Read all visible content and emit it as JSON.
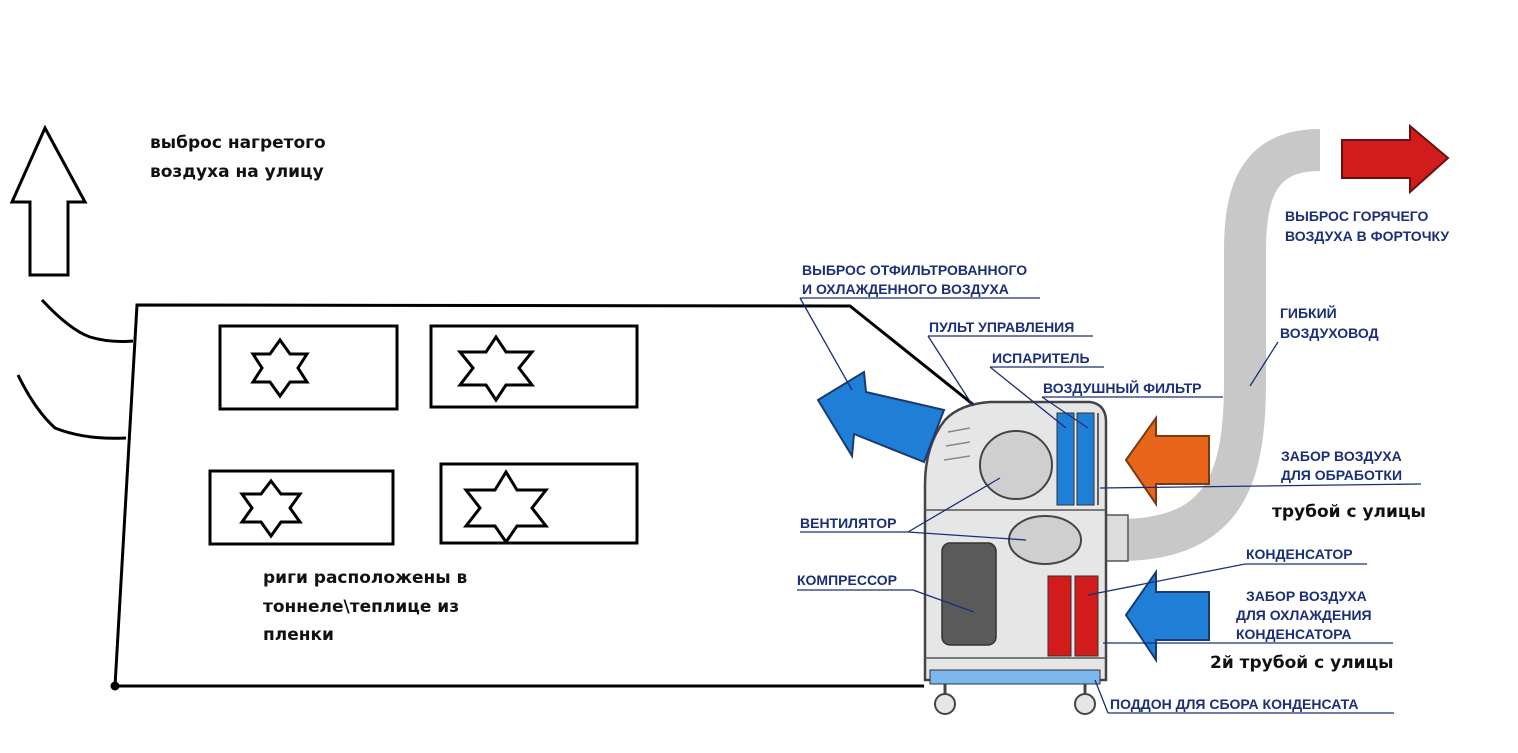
{
  "annotations": {
    "hot_air_exhaust": [
      "выброс нагретого",
      "воздуха на улицу"
    ],
    "rigs_location": [
      "риги расположены в",
      "тоннеле\\теплице из",
      "пленки"
    ],
    "pipe_from_street": "трубой с улицы",
    "second_pipe_from_street": "2й трубой с улицы"
  },
  "labels": {
    "filtered_air_out": [
      "ВЫБРОС ОТФИЛЬТРОВАННОГО",
      "И ОХЛАЖДЕННОГО ВОЗДУХА"
    ],
    "control_panel": "ПУЛЬТ УПРАВЛЕНИЯ",
    "evaporator": "ИСПАРИТЕЛЬ",
    "air_filter": "ВОЗДУШНЫЙ ФИЛЬТР",
    "hot_air_out": [
      "ВЫБРОС ГОРЯЧЕГО",
      "ВОЗДУХА В ФОРТОЧКУ"
    ],
    "flexible_duct": [
      "ГИБКИЙ",
      "ВОЗДУХОВОД"
    ],
    "air_intake": [
      "ЗАБОР ВОЗДУХА",
      "ДЛЯ ОБРАБОТКИ"
    ],
    "fan": "ВЕНТИЛЯТОР",
    "condenser": "КОНДЕНСАТОР",
    "compressor": "КОМПРЕССОР",
    "condenser_intake": [
      "ЗАБОР ВОЗДУХА",
      "ДЛЯ ОХЛАЖДЕНИЯ",
      "КОНДЕНСАТОРА"
    ],
    "drip_tray": "ПОДДОН ДЛЯ СБОРА КОНДЕНСАТА"
  },
  "colors": {
    "cold_air": "#1f7fd6",
    "hot_air": "#d21c1c",
    "intake_air": "#e8651c",
    "duct": "#c8c8c8",
    "label_text": "#1b2f78"
  }
}
